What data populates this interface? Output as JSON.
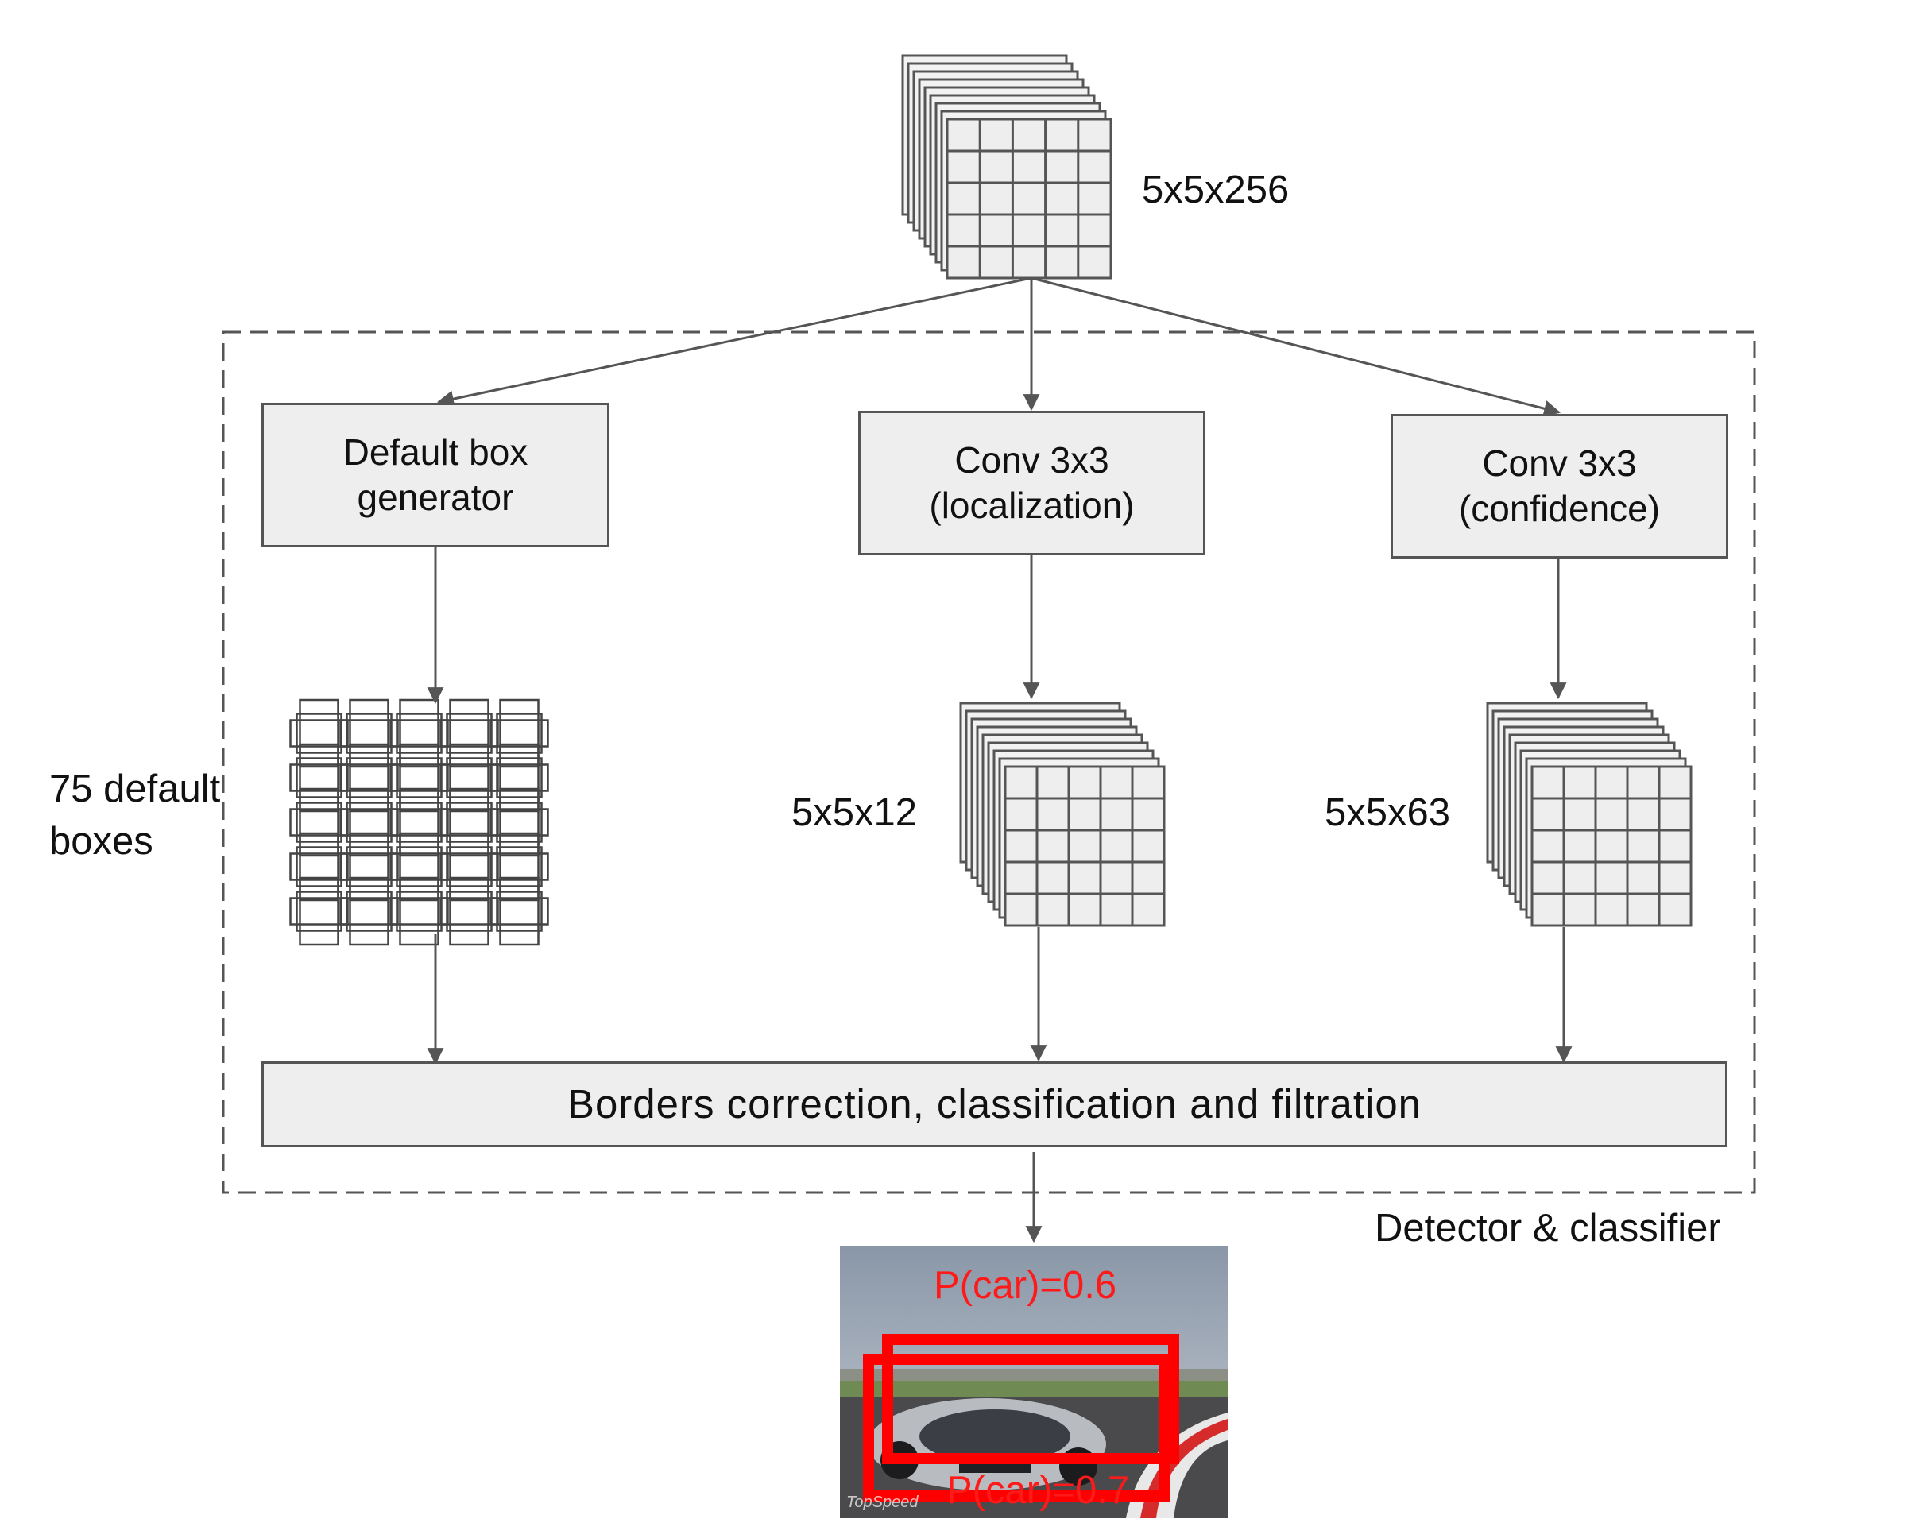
{
  "input_tensor": {
    "label": "5x5x256"
  },
  "group": {
    "label": "Detector & classifier"
  },
  "boxes": {
    "default_box_generator": "Default box\ngenerator",
    "conv_localization": "Conv 3x3\n(localization)",
    "conv_confidence": "Conv 3x3\n(confidence)",
    "postprocess": "Borders correction, classification and filtration"
  },
  "default_boxes": {
    "label_line1": "75 default",
    "label_line2": "boxes"
  },
  "localization_tensor": {
    "label": "5x5x12"
  },
  "confidence_tensor": {
    "label": "5x5x63"
  },
  "output": {
    "detection_1": "P(car)=0.6",
    "detection_2": "P(car)=0.7",
    "watermark": "TopSpeed"
  },
  "colors": {
    "line": "#555555",
    "box_fill": "#eeeeee",
    "detection": "#ff1a1a"
  }
}
